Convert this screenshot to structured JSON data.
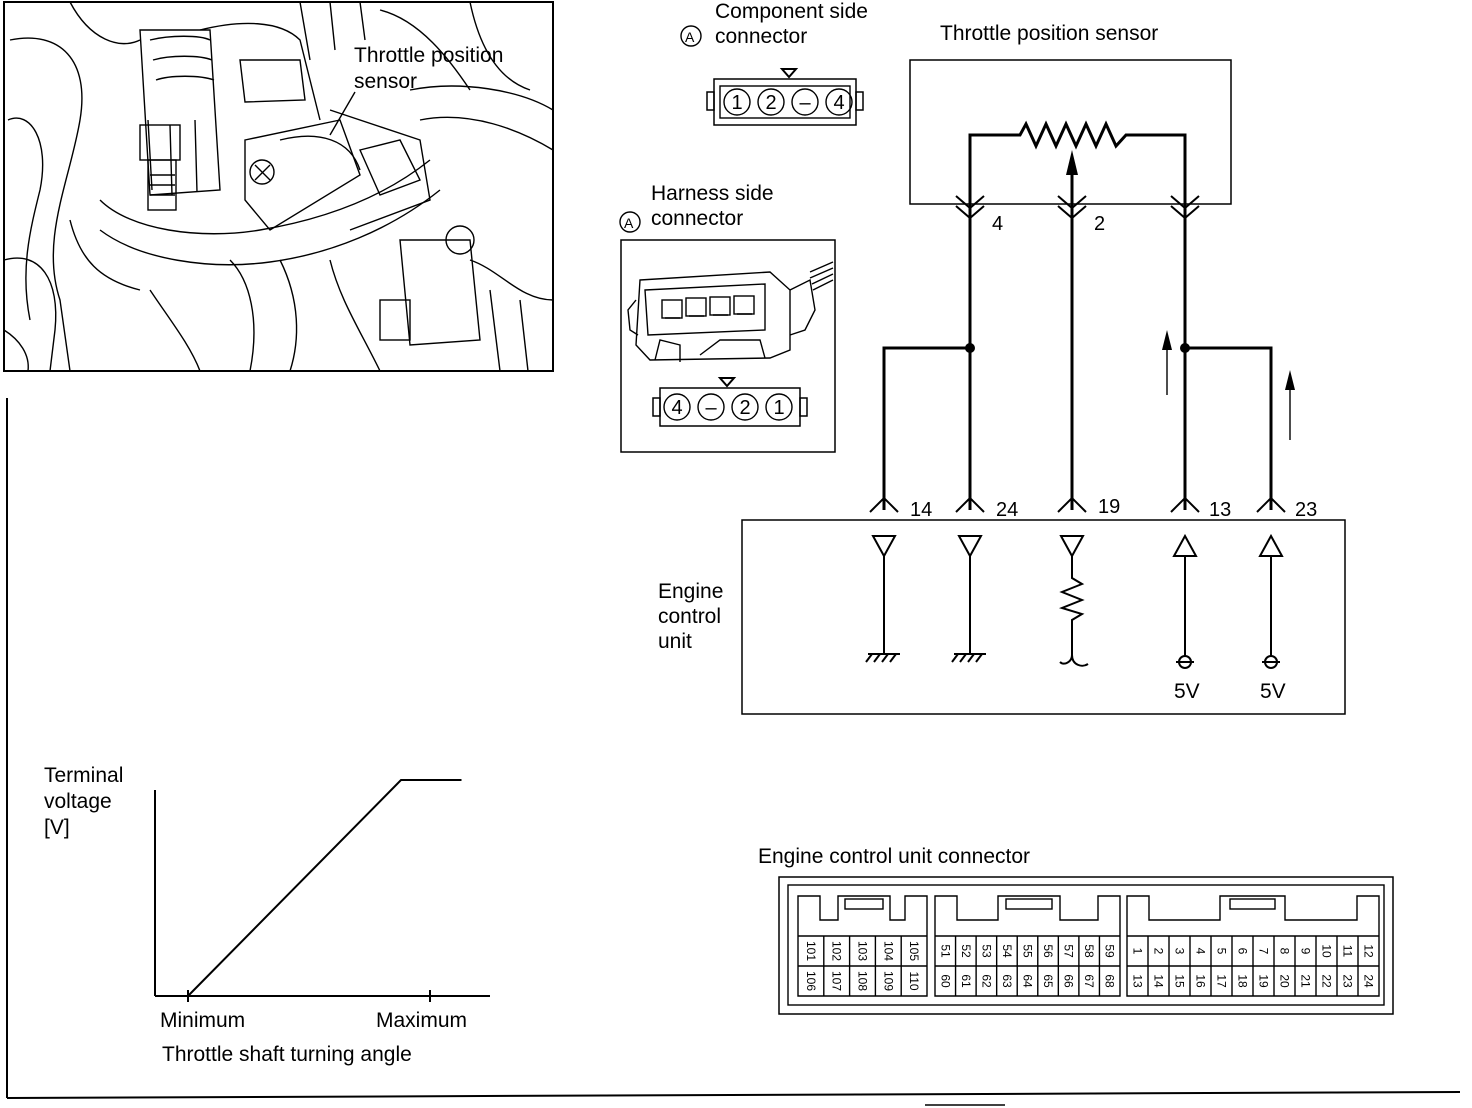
{
  "photo": {
    "callout": [
      "Throttle position",
      "sensor"
    ]
  },
  "component_connector": {
    "circle_letter": "A",
    "title": [
      "Component side",
      "connector"
    ],
    "pins": [
      "1",
      "2",
      "–",
      "4"
    ]
  },
  "harness_connector": {
    "circle_letter": "A",
    "title": [
      "Harness side",
      "connector"
    ],
    "pins": [
      "4",
      "–",
      "2",
      "1"
    ]
  },
  "sensor_box": {
    "title": "Throttle position sensor",
    "terminals": [
      "4",
      "2"
    ]
  },
  "ecu": {
    "title": [
      "Engine",
      "control",
      "unit"
    ],
    "terminals": [
      "14",
      "24",
      "19",
      "13",
      "23"
    ],
    "supply_labels": [
      "5V",
      "5V"
    ]
  },
  "graph": {
    "ylabel": [
      "Terminal",
      "voltage",
      "[V]"
    ],
    "xticks": [
      "Minimum",
      "Maximum"
    ],
    "xlabel": "Throttle shaft turning angle"
  },
  "chart_data": {
    "type": "line",
    "ylabel": "Terminal voltage [V]",
    "xlabel": "Throttle shaft turning angle",
    "categories": [
      "Minimum",
      "Maximum"
    ],
    "series": [
      {
        "x": [
          0.0,
          0.88,
          1.13
        ],
        "y": [
          0.0,
          1.0,
          1.0
        ]
      }
    ]
  },
  "ecu_connector": {
    "title": "Engine control unit connector",
    "block1": {
      "top": [
        "101",
        "102",
        "103",
        "104",
        "105"
      ],
      "bottom": [
        "106",
        "107",
        "108",
        "109",
        "110"
      ]
    },
    "block2": {
      "top": [
        "51",
        "52",
        "53",
        "54",
        "55",
        "56",
        "57",
        "58",
        "59"
      ],
      "bottom": [
        "60",
        "61",
        "62",
        "63",
        "64",
        "65",
        "66",
        "67",
        "68"
      ]
    },
    "block3": {
      "top": [
        "1",
        "2",
        "3",
        "4",
        "5",
        "6",
        "7",
        "8",
        "9",
        "10",
        "11",
        "12"
      ],
      "bottom": [
        "13",
        "14",
        "15",
        "16",
        "17",
        "18",
        "19",
        "20",
        "21",
        "22",
        "23",
        "24"
      ]
    }
  }
}
